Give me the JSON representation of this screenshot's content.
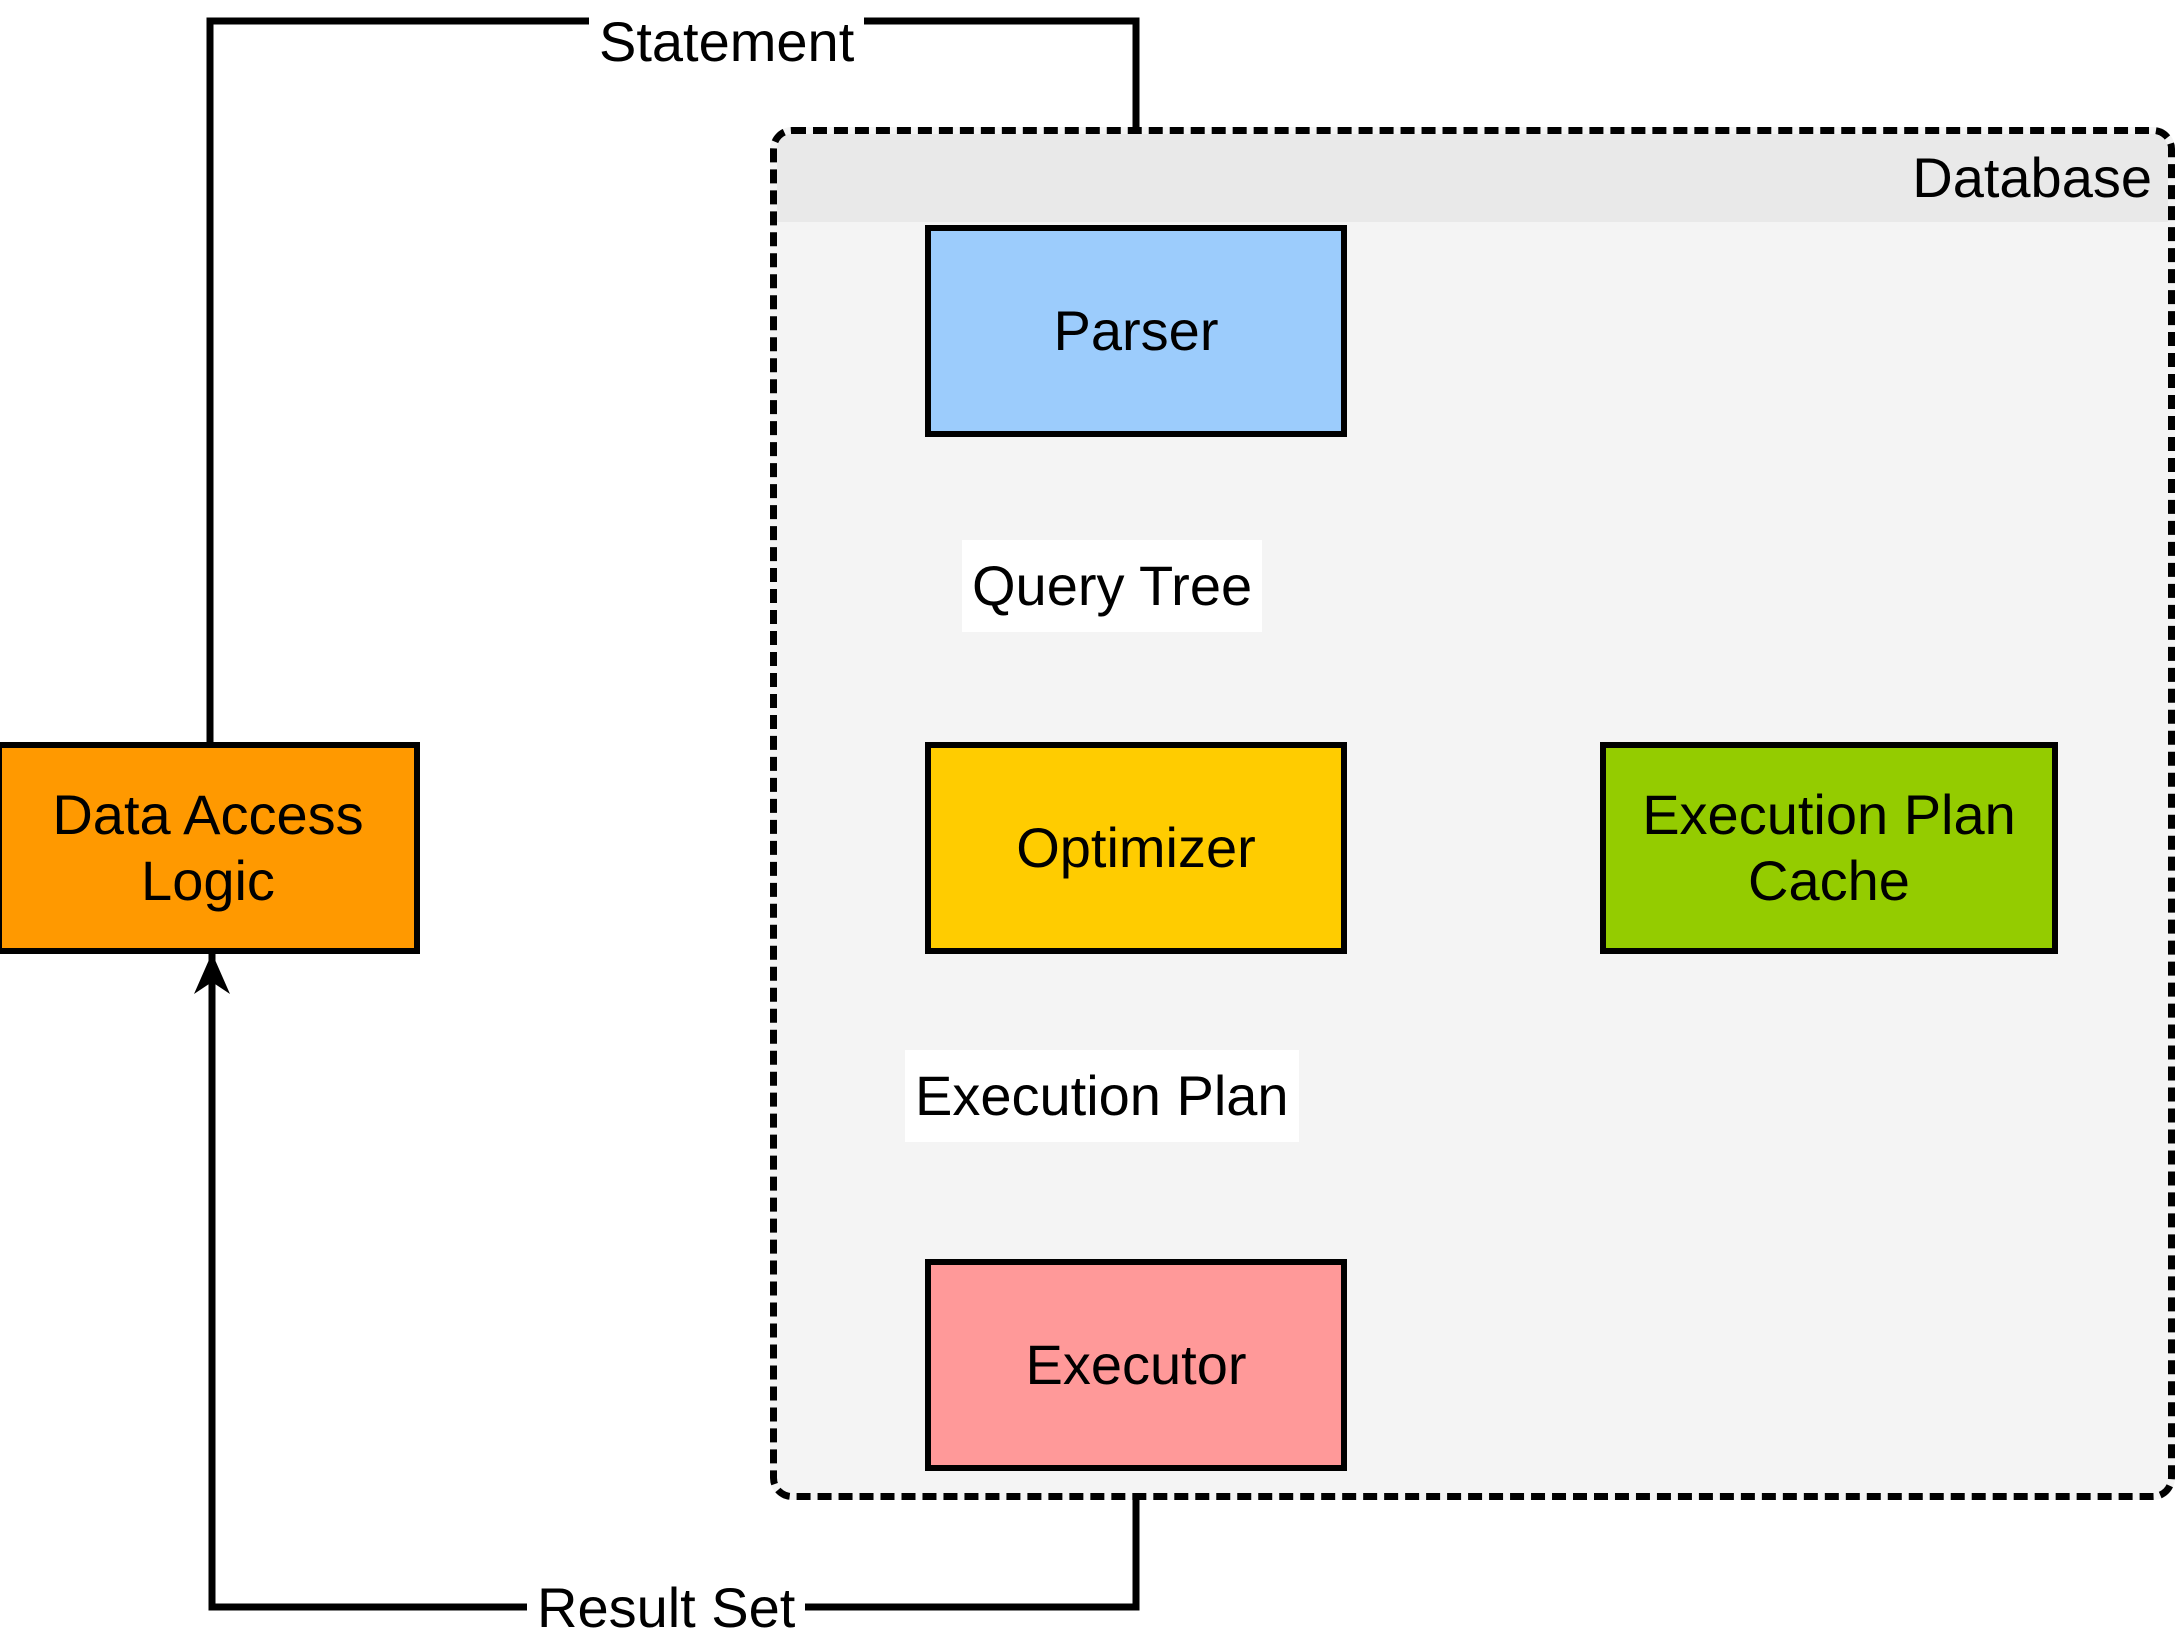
{
  "diagram": {
    "title": "Database query processing flow",
    "container": {
      "label": "Database",
      "fill": "#f4f4f4",
      "header_fill": "#e9e9e9",
      "border": "#000000",
      "border_style": "dashed"
    },
    "nodes": [
      {
        "id": "data-access-logic",
        "label": "Data Access Logic",
        "fill": "#FF9900",
        "stroke": "#000000",
        "inside_container": false
      },
      {
        "id": "parser",
        "label": "Parser",
        "fill": "#9CCCFC",
        "stroke": "#000000",
        "inside_container": true
      },
      {
        "id": "optimizer",
        "label": "Optimizer",
        "fill": "#FFCC00",
        "stroke": "#000000",
        "inside_container": true
      },
      {
        "id": "executor",
        "label": "Executor",
        "fill": "#FF9999",
        "stroke": "#000000",
        "inside_container": true
      },
      {
        "id": "execution-plan-cache",
        "label": "Execution Plan Cache",
        "fill": "#94CC00",
        "stroke": "#000000",
        "inside_container": true
      }
    ],
    "edges": [
      {
        "id": "statement",
        "label": "Statement",
        "from": "data-access-logic",
        "to": "parser",
        "arrow": true
      },
      {
        "id": "query-tree",
        "label": "Query Tree",
        "from": "parser",
        "to": "optimizer",
        "arrow": true
      },
      {
        "id": "cache-lookup",
        "label": "",
        "from": "optimizer",
        "to": "execution-plan-cache",
        "arrow": true
      },
      {
        "id": "execution-plan",
        "label": "Execution Plan",
        "from": "optimizer",
        "to": "executor",
        "arrow": true
      },
      {
        "id": "result-set",
        "label": "Result Set",
        "from": "executor",
        "to": "data-access-logic",
        "arrow": true
      }
    ]
  },
  "labels": {
    "container_title": "Database",
    "parser": "Parser",
    "optimizer": "Optimizer",
    "executor": "Executor",
    "cache_line1": "Execution Plan",
    "cache_line2": "Cache",
    "dal_line1": "Data Access",
    "dal_line2": "Logic",
    "edge_statement": "Statement",
    "edge_query_tree": "Query Tree",
    "edge_execution_plan": "Execution Plan",
    "edge_result_set": "Result Set"
  },
  "colors": {
    "parser": "#9CCCFC",
    "optimizer": "#FFCC00",
    "executor": "#FF9999",
    "cache": "#94CC00",
    "data_access_logic": "#FF9900",
    "container_body": "#f4f4f4",
    "container_header": "#e9e9e9",
    "stroke": "#000000",
    "canvas": "#ffffff"
  }
}
